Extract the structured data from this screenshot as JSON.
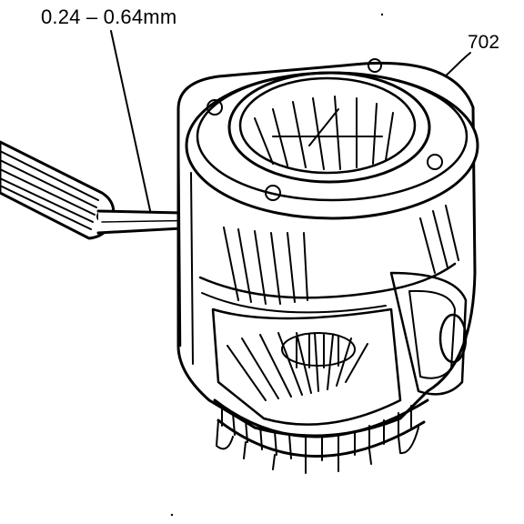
{
  "labels": {
    "clearance": "0.24 – 0.64mm",
    "part_number": "702"
  },
  "colors": {
    "ink": "#000000",
    "paper": "#ffffff"
  },
  "components": {
    "feeler_gauge": "feeler-gauge",
    "differential_case": "differential-case",
    "thrust_washer_ring": "thrust-washer-ring",
    "pinion_gears": "pinion-gears",
    "ring_gear": "ring-gear-teeth"
  }
}
